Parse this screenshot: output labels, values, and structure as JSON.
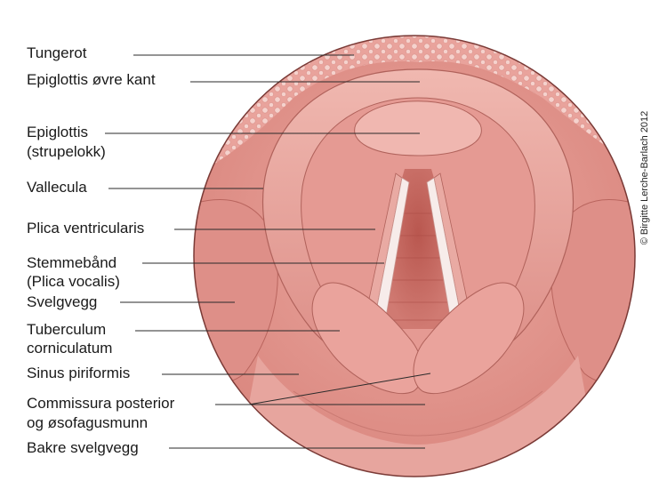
{
  "labels": {
    "tungerot": "Tungerot",
    "epiglottis_ovre_kant": "Epiglottis øvre kant",
    "epiglottis": "Epiglottis",
    "epiglottis_sub": "(strupelokk)",
    "vallecula": "Vallecula",
    "plica_ventricularis": "Plica ventricularis",
    "stemmebaand": "Stemmebånd",
    "stemmebaand_sub": "(Plica vocalis)",
    "svelgvegg": "Svelgvegg",
    "tuberculum": "Tuberculum",
    "tuberculum_sub": "corniculatum",
    "sinus_piriformis": "Sinus piriformis",
    "commissura": "Commissura posterior",
    "commissura_sub": "og øsofagusmunn",
    "bakre_svelgvegg": "Bakre svelgvegg"
  },
  "credit": "© Birgitte Lerche-Barlach 2012",
  "colors": {
    "outline": "#7a3a36",
    "tissue_base": "#e59a94",
    "tissue_light": "#f3c2bb",
    "tissue_dark": "#c46a64",
    "vocal_cord": "#f7ecea",
    "trachea": "#c96b62"
  }
}
